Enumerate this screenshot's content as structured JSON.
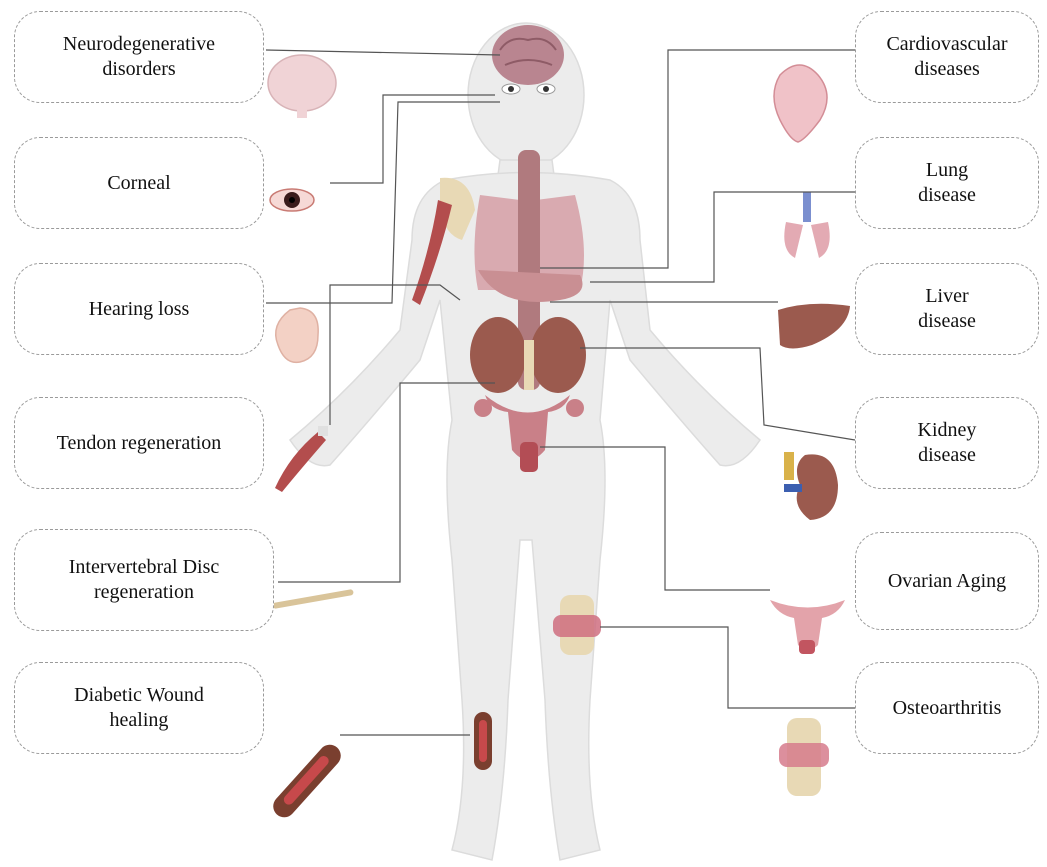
{
  "left_labels": [
    {
      "id": "neuro",
      "lines": [
        "Neurodegenerative",
        "disorders"
      ]
    },
    {
      "id": "corneal",
      "lines": [
        "Corneal"
      ]
    },
    {
      "id": "hearing",
      "lines": [
        "Hearing loss"
      ]
    },
    {
      "id": "tendon",
      "lines": [
        "Tendon regeneration"
      ]
    },
    {
      "id": "disc",
      "lines": [
        "Intervertebral Disc",
        "regeneration"
      ]
    },
    {
      "id": "wound",
      "lines": [
        "Diabetic Wound",
        "healing"
      ]
    }
  ],
  "right_labels": [
    {
      "id": "cardio",
      "lines": [
        "Cardiovascular",
        "diseases"
      ]
    },
    {
      "id": "lung",
      "lines": [
        "Lung",
        "disease"
      ]
    },
    {
      "id": "liver",
      "lines": [
        "Liver",
        "disease"
      ]
    },
    {
      "id": "kidney",
      "lines": [
        "Kidney",
        "disease"
      ]
    },
    {
      "id": "ovarian",
      "lines": [
        "Ovarian Aging"
      ]
    },
    {
      "id": "osteo",
      "lines": [
        "Osteoarthritis"
      ]
    }
  ],
  "colors": {
    "box_border": "#9a9a9a",
    "connector": "#555555",
    "body_silhouette": "#ededed",
    "organ_red": "#b56a6a",
    "brain_pink": "#c99aa0",
    "kidney_brown": "#9b5a4e",
    "bone_cream": "#e8d9b5"
  }
}
